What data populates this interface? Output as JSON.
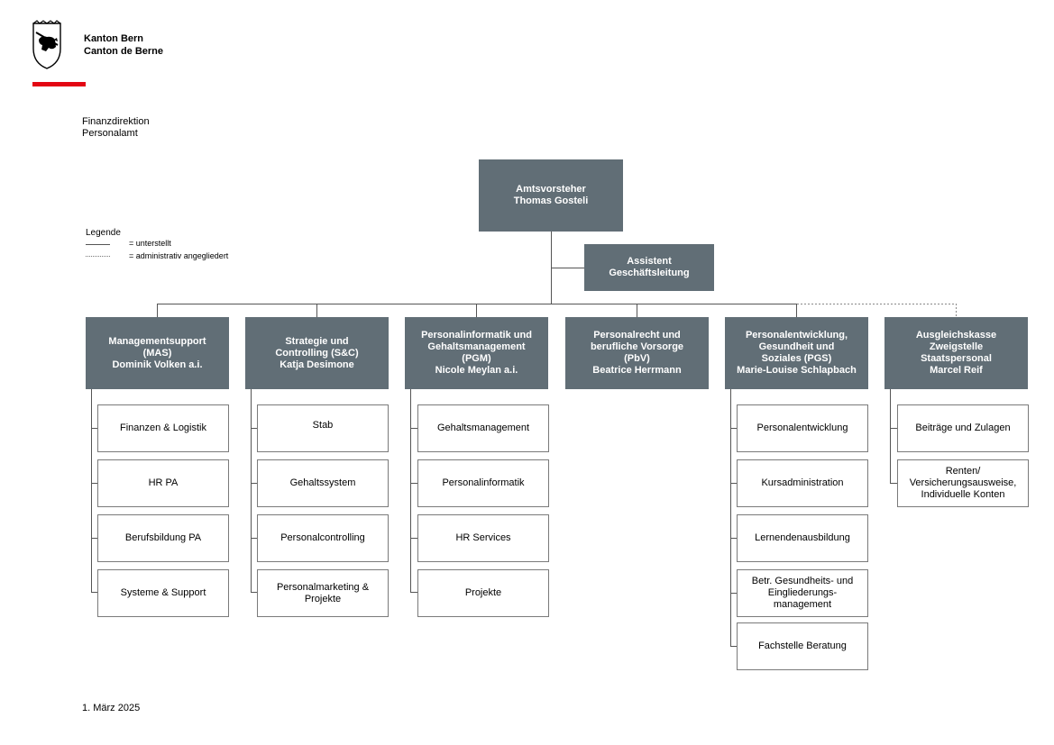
{
  "header": {
    "org_line1": "Kanton Bern",
    "org_line2": "Canton de Berne",
    "dept_line1": "Finanzdirektion",
    "dept_line2": "Personalamt"
  },
  "legend": {
    "title": "Legende",
    "solid": "= unterstellt",
    "dotted": "= administrativ angegliedert"
  },
  "chief": {
    "title": "Amtsvorsteher",
    "name": "Thomas Gosteli"
  },
  "assistant": {
    "line1": "Assistent",
    "line2": "Geschäftsleitung"
  },
  "divisions": [
    {
      "lines": [
        "Managementsupport",
        "(MAS)",
        "Dominik Volken a.i."
      ],
      "units": [
        "Finanzen & Logistik",
        "HR PA",
        "Berufsbildung PA",
        "Systeme & Support"
      ]
    },
    {
      "lines": [
        "Strategie und",
        "Controlling (S&C)",
        "Katja Desimone"
      ],
      "units": [
        "Stab",
        "Gehaltssystem",
        "Personalcontrolling",
        "Personalmarketing & Projekte"
      ]
    },
    {
      "lines": [
        "Personalinformatik und",
        "Gehaltsmanagement",
        "(PGM)",
        "Nicole Meylan a.i."
      ],
      "units": [
        "Gehaltsmanagement",
        "Personalinformatik",
        "HR Services",
        "Projekte"
      ]
    },
    {
      "lines": [
        "Personalrecht und",
        "berufliche Vorsorge",
        "(PbV)",
        "Beatrice Herrmann"
      ],
      "units": []
    },
    {
      "lines": [
        "Personalentwicklung,",
        "Gesundheit und",
        "Soziales (PGS)",
        "Marie-Louise Schlapbach"
      ],
      "units": [
        "Personalentwicklung",
        "Kursadministration",
        "Lernendenausbildung",
        "Betr. Gesundheits- und Eingliederungs-management",
        "Fachstelle Beratung"
      ]
    },
    {
      "lines": [
        "Ausgleichskasse",
        "Zweigstelle",
        "Staatspersonal",
        "Marcel Reif"
      ],
      "units": [
        "Beiträge und Zulagen",
        "Renten/ Versicherungsausweise, Individuelle Konten"
      ]
    }
  ],
  "date": "1. März 2025"
}
